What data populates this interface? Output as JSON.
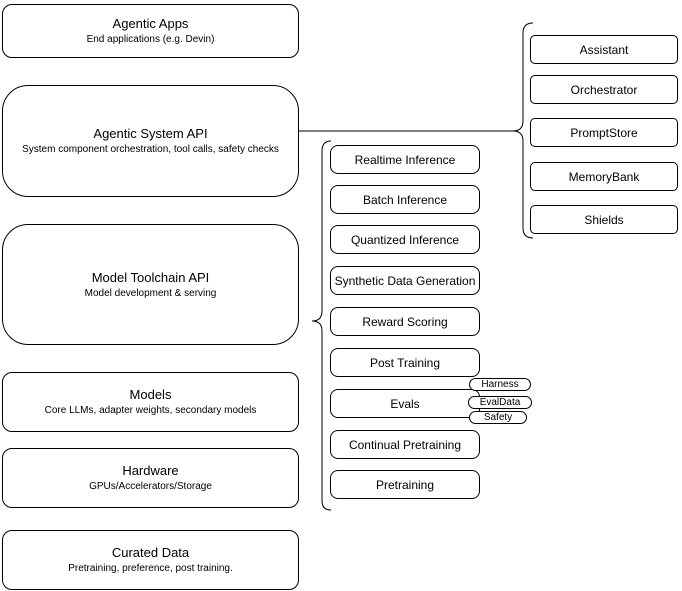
{
  "left_column": {
    "boxes": [
      {
        "title": "Agentic Apps",
        "subtitle": "End applications (e.g. Devin)"
      },
      {
        "title": "Agentic System API",
        "subtitle": "System component orchestration, tool calls, safety checks"
      },
      {
        "title": "Model Toolchain API",
        "subtitle": "Model development & serving"
      },
      {
        "title": "Models",
        "subtitle": "Core LLMs, adapter weights, secondary models"
      },
      {
        "title": "Hardware",
        "subtitle": "GPUs/Accelerators/Storage"
      },
      {
        "title": "Curated Data",
        "subtitle": "Pretraining, preference, post training."
      }
    ]
  },
  "toolchain_column": {
    "items": [
      {
        "label": "Realtime Inference"
      },
      {
        "label": "Batch Inference"
      },
      {
        "label": "Quantized Inference"
      },
      {
        "label": "Synthetic Data Generation"
      },
      {
        "label": "Reward Scoring"
      },
      {
        "label": "Post Training"
      },
      {
        "label": "Evals"
      },
      {
        "label": "Continual Pretraining"
      },
      {
        "label": "Pretraining"
      }
    ]
  },
  "system_column": {
    "items": [
      {
        "label": "Assistant"
      },
      {
        "label": "Orchestrator"
      },
      {
        "label": "PromptStore"
      },
      {
        "label": "MemoryBank"
      },
      {
        "label": "Shields"
      }
    ]
  },
  "eval_tags": {
    "items": [
      {
        "label": "Harness"
      },
      {
        "label": "EvalData"
      },
      {
        "label": "Safety"
      }
    ]
  },
  "colors": {
    "node_fill": "#ffffff",
    "node_stroke": "#000000",
    "text": "#000000",
    "background": "#ffffff"
  }
}
